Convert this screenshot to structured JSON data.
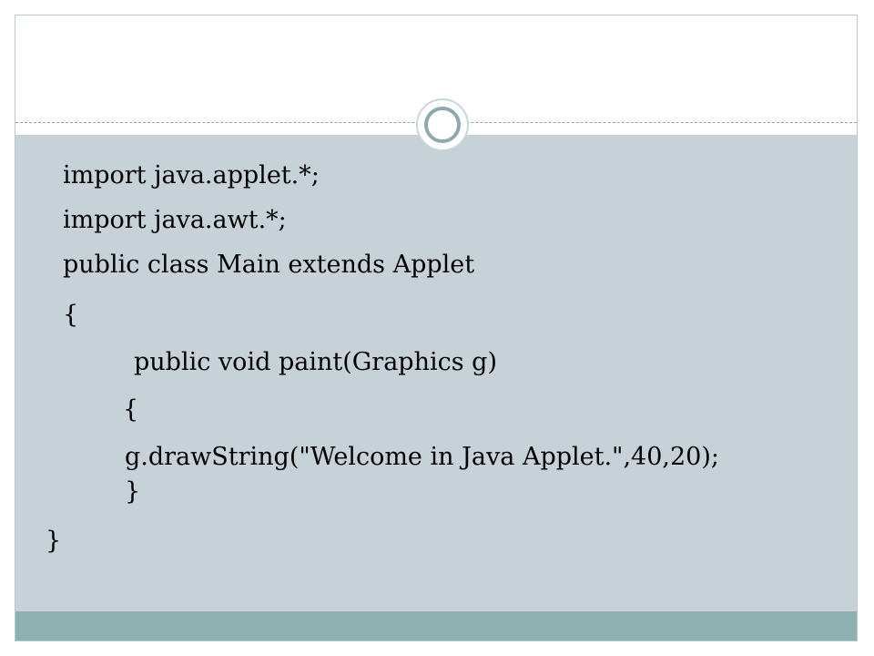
{
  "slide": {
    "code_lines": [
      "import java.applet.*;",
      "import java.awt.*;",
      "public class Main extends Applet",
      "{",
      "public void paint(Graphics g)",
      "{",
      "g.drawString(\"Welcome in Java Applet.\",40,20);",
      "}",
      "}"
    ]
  }
}
